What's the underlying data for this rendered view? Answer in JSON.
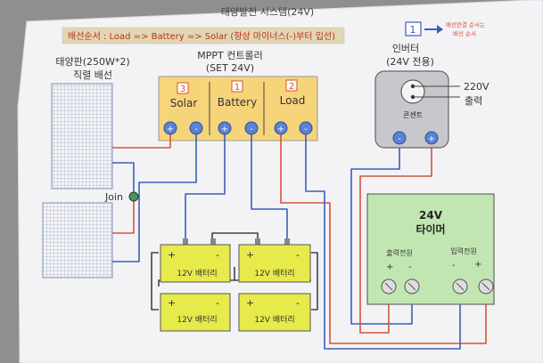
{
  "title": "태양발전 시스템(24V)",
  "order_note": "배선순서 : Load => Battery => Solar (항상 마이너스(-)부터 입선)",
  "legend": {
    "number": "1",
    "text_line1": "배선연결 순서는",
    "text_line2": "배선 순서"
  },
  "panel": {
    "label_line1": "태양판(250W*2)",
    "label_line2": "직렬 배선",
    "join_label": "Join"
  },
  "controller": {
    "title_line1": "MPPT 컨트롤러",
    "title_line2": "(SET 24V)",
    "sections": [
      {
        "number": "3",
        "label": "Solar",
        "number_color": "#d9531e"
      },
      {
        "number": "1",
        "label": "Battery",
        "number_color": "#d9531e"
      },
      {
        "number": "2",
        "label": "Load",
        "number_color": "#d9531e"
      }
    ],
    "terminals": [
      "+",
      "-",
      "+",
      "-",
      "+",
      "-"
    ]
  },
  "inverter": {
    "title_line1": "인버터",
    "title_line2": "(24V 전용)",
    "outlet_label": "콘센트",
    "output_line1": "220V",
    "output_line2": "출력",
    "terminals": [
      "-",
      "+"
    ]
  },
  "timer": {
    "title_line1": "24V",
    "title_line2": "타이머",
    "output_label": "출력전원",
    "input_label": "입력전원",
    "output_signs": [
      "+",
      "-"
    ],
    "input_signs": [
      "-",
      "+"
    ]
  },
  "batteries": [
    {
      "label": "12V 배터리",
      "signs": [
        "+",
        "-"
      ]
    },
    {
      "label": "12V 배터리",
      "signs": [
        "+",
        "-"
      ]
    },
    {
      "label": "12V 배터리",
      "signs": [
        "+",
        "-"
      ]
    },
    {
      "label": "12V 배터리",
      "signs": [
        "+",
        "-"
      ]
    }
  ],
  "colors": {
    "positive_wire": "#d4553a",
    "negative_wire": "#3b5fb8",
    "controller_fill": "#f6d47a",
    "battery_fill": "#e6ea4a",
    "timer_fill": "#c2e6b2",
    "paper": "#f3f3f6"
  }
}
